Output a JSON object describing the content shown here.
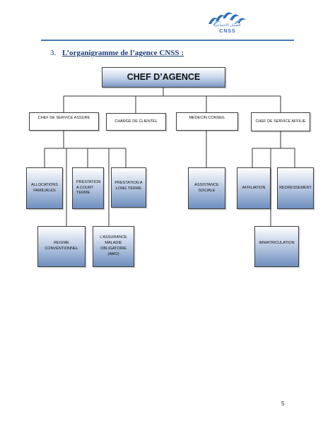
{
  "header": {
    "logo_text": "CNSS",
    "logo_arabic": "الضمان الاجتماعي"
  },
  "heading": {
    "number": "3.",
    "title": "L’organigramme de l’agence  CNSS :"
  },
  "org": {
    "chief": "CHEF D’AGENCE",
    "level2": [
      "CHEF DE SERVICE ASSURE",
      "CHARGE DE CLIENTEL",
      "MEDECIN  CONSEIL",
      "CHEF DE SERVICE AFFILIE"
    ],
    "assure_units": [
      "ALLOCATIONS\nFAMILIALES",
      "PRESTATION\nA COURT\nTERME",
      "PRESTATION A\nLONG TERME",
      "REGIME\nCONVENTIONNEL",
      "L’ASSURANCE\nMALADIE\nOBLIGATOIRE\n(AMO)"
    ],
    "medecin_units": [
      "ASSISTANCE\nSOCIALE"
    ],
    "affilie_units": [
      "AFFILIATION",
      "REDRESSEMENT",
      "IMMATRICULATION"
    ]
  },
  "footer": {
    "page_number": "5"
  },
  "colors": {
    "accent": "#4a76b4",
    "heading": "#1d3b78",
    "box_gradient_bottom": "#6f8fbf"
  }
}
